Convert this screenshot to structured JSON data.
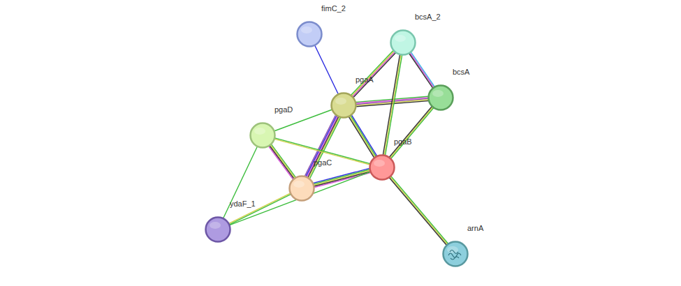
{
  "diagram": {
    "nodes": [
      {
        "text": [
          "fimC_2"
        ]
      },
      {
        "text": [
          "bcsA_2"
        ]
      },
      {
        "text": [
          "bcsA"
        ]
      },
      {
        "text": [
          "pgaA"
        ]
      },
      {
        "text": [
          "pgaD"
        ]
      },
      {
        "text": [
          "pgaB"
        ]
      },
      {
        "text": [
          "pgaC"
        ]
      },
      {
        "text": [
          "ydaF_1"
        ]
      },
      {
        "text": [
          "arnA"
        ]
      }
    ],
    "edges": [
      {
        "from": 0,
        "to": 3,
        "arrow": "none"
      },
      {
        "from": 3,
        "to": 1,
        "arrow": "none"
      },
      {
        "from": 3,
        "to": 2,
        "arrow": "none"
      },
      {
        "from": 1,
        "to": 2,
        "arrow": "none"
      },
      {
        "from": 1,
        "to": 5,
        "arrow": "none"
      },
      {
        "from": 2,
        "to": 5,
        "arrow": "none"
      },
      {
        "from": 3,
        "to": 5,
        "arrow": "none"
      },
      {
        "from": 3,
        "to": 4,
        "arrow": "none"
      },
      {
        "from": 3,
        "to": 6,
        "arrow": "none"
      },
      {
        "from": 4,
        "to": 6,
        "arrow": "none"
      },
      {
        "from": 4,
        "to": 5,
        "arrow": "none"
      },
      {
        "from": 4,
        "to": 7,
        "arrow": "none"
      },
      {
        "from": 6,
        "to": 5,
        "arrow": "none"
      },
      {
        "from": 6,
        "to": 7,
        "arrow": "none"
      },
      {
        "from": 7,
        "to": 5,
        "arrow": "none"
      },
      {
        "from": 5,
        "to": 8,
        "arrow": "none"
      }
    ]
  }
}
